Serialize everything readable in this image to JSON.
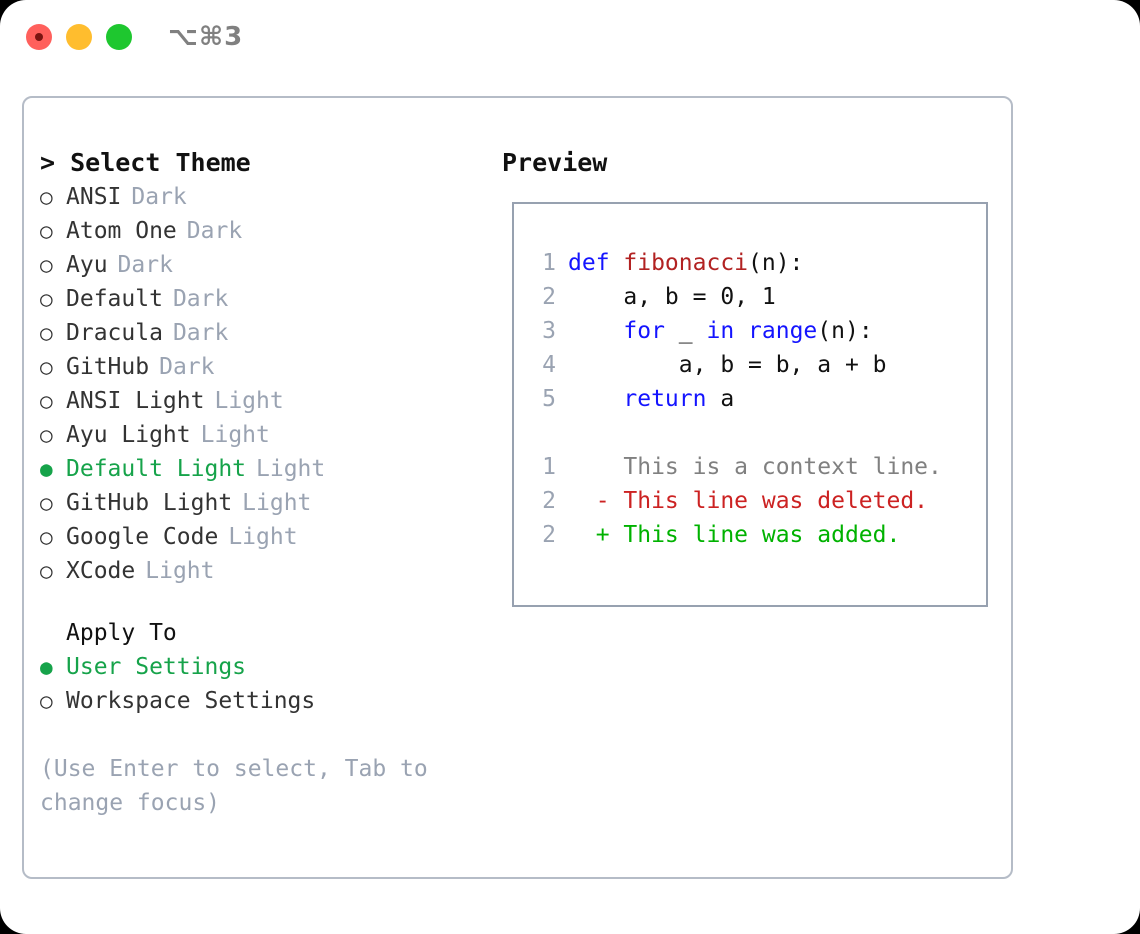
{
  "titlebar": {
    "shortcut": "⌥⌘3",
    "buttons": [
      {
        "name": "close",
        "color": "#ff605c"
      },
      {
        "name": "minimize",
        "color": "#ffbd2e"
      },
      {
        "name": "maximize",
        "color": "#1ec72f"
      }
    ]
  },
  "theme_picker": {
    "header": "> Select Theme",
    "bullet_selected": "●",
    "bullet_unselected": "○",
    "accent_color": "#16a34a",
    "muted_color": "#9aa3b2",
    "items": [
      {
        "name": "ANSI",
        "category": "Dark",
        "selected": false
      },
      {
        "name": "Atom One",
        "category": "Dark",
        "selected": false
      },
      {
        "name": "Ayu",
        "category": "Dark",
        "selected": false
      },
      {
        "name": "Default",
        "category": "Dark",
        "selected": false
      },
      {
        "name": "Dracula",
        "category": "Dark",
        "selected": false
      },
      {
        "name": "GitHub",
        "category": "Dark",
        "selected": false
      },
      {
        "name": "ANSI Light",
        "category": "Light",
        "selected": false
      },
      {
        "name": "Ayu Light",
        "category": "Light",
        "selected": false
      },
      {
        "name": "Default Light",
        "category": "Light",
        "selected": true
      },
      {
        "name": "GitHub Light",
        "category": "Light",
        "selected": false
      },
      {
        "name": "Google Code",
        "category": "Light",
        "selected": false
      },
      {
        "name": "XCode",
        "category": "Light",
        "selected": false
      }
    ]
  },
  "apply_to": {
    "header": "Apply To",
    "options": [
      {
        "label": "User Settings",
        "selected": true
      },
      {
        "label": "Workspace Settings",
        "selected": false
      }
    ]
  },
  "hint": "(Use Enter to select, Tab to change focus)",
  "preview": {
    "header": "Preview",
    "code_lines": [
      {
        "num": "1",
        "tokens": [
          {
            "t": "def ",
            "c": "kw"
          },
          {
            "t": "fibonacci",
            "c": "fn"
          },
          {
            "t": "(n):",
            "c": "txt"
          }
        ]
      },
      {
        "num": "2",
        "tokens": [
          {
            "t": "    a, b = 0, 1",
            "c": "txt"
          }
        ]
      },
      {
        "num": "3",
        "tokens": [
          {
            "t": "    ",
            "c": "txt"
          },
          {
            "t": "for",
            "c": "kw"
          },
          {
            "t": " _ ",
            "c": "txt"
          },
          {
            "t": "in",
            "c": "kw"
          },
          {
            "t": " ",
            "c": "txt"
          },
          {
            "t": "range",
            "c": "kw"
          },
          {
            "t": "(n):",
            "c": "txt"
          }
        ]
      },
      {
        "num": "4",
        "tokens": [
          {
            "t": "        a, b = b, a + b",
            "c": "txt"
          }
        ]
      },
      {
        "num": "5",
        "tokens": [
          {
            "t": "    ",
            "c": "txt"
          },
          {
            "t": "return",
            "c": "kw"
          },
          {
            "t": " a",
            "c": "txt"
          }
        ]
      }
    ],
    "diff_lines": [
      {
        "num": "1",
        "marker": "  ",
        "text": "This is a context line.",
        "kind": "ctx"
      },
      {
        "num": "2",
        "marker": "- ",
        "text": "This line was deleted.",
        "kind": "del"
      },
      {
        "num": "2",
        "marker": "+ ",
        "text": "This line was added.",
        "kind": "add"
      }
    ]
  }
}
